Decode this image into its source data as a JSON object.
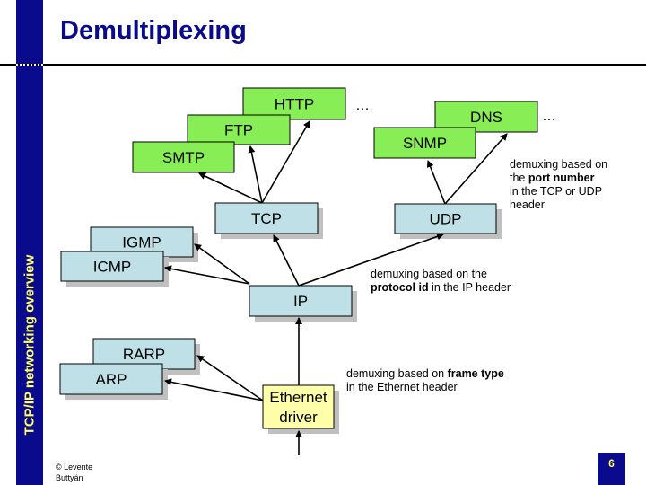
{
  "title": "Demultiplexing",
  "section": "TCP/IP networking overview",
  "colors": {
    "brand": "#0a0a8c",
    "application": "#88ee55",
    "transport": "#bfe0e6",
    "driver": "#ffffaa",
    "shadow": "#c0c0c0"
  },
  "nodes": {
    "http": "HTTP",
    "ftp": "FTP",
    "smtp": "SMTP",
    "dns": "DNS",
    "snmp": "SNMP",
    "tcp": "TCP",
    "udp": "UDP",
    "igmp": "IGMP",
    "icmp": "ICMP",
    "ip": "IP",
    "rarp": "RARP",
    "arp": "ARP",
    "eth1": "Ethernet",
    "eth2": "driver",
    "ellipsis1": "…",
    "ellipsis2": "…"
  },
  "notes": {
    "port": {
      "l1": "demuxing based on",
      "l2a": "the ",
      "l2b": "port number",
      "l3": "in the TCP or UDP",
      "l4": "header"
    },
    "protocol": {
      "l1": "demuxing based on the",
      "l2a": "protocol id",
      "l2b": " in the IP header"
    },
    "frame": {
      "l1a": "demuxing based on ",
      "l1b": "frame type",
      "l2": "in the Ethernet header"
    }
  },
  "copyright": {
    "l1": "©  Levente",
    "l2": "Buttyán"
  },
  "page_number": "6"
}
